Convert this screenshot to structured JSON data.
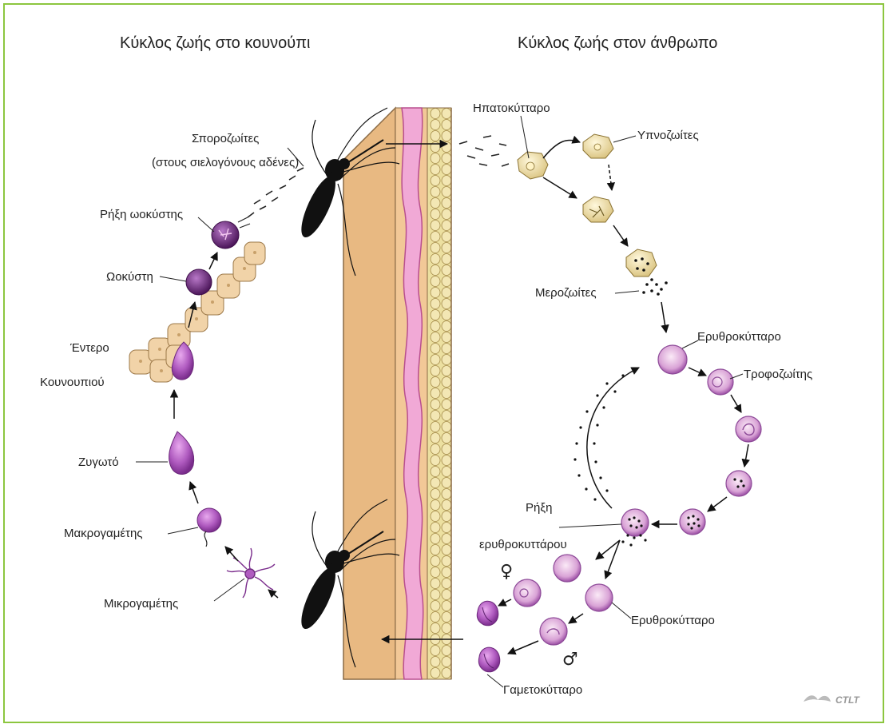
{
  "titles": {
    "mosquito_cycle": "Κύκλος ζωής στο κουνούπι",
    "human_cycle": "Κύκλος ζωής στον άνθρωπο"
  },
  "mosquito_labels": {
    "sporozoites_line1": "Σποροζωίτες",
    "sporozoites_line2": "(στους σιελογόνους αδένες)",
    "oocyst_rupture": "Ρήξη ωοκύστης",
    "oocyst": "Ωοκύστη",
    "gut_line1": "Έντερο",
    "gut_line2": "Κουνουπιού",
    "zygote": "Ζυγωτό",
    "macrogamete": "Μακρογαμέτης",
    "microgamete": "Μικρογαμέτης"
  },
  "human_labels": {
    "hepatocyte": "Ηπατοκύτταρο",
    "hypnozoites": "Υπνοζωίτες",
    "merozoites": "Μεροζωίτες",
    "erythrocyte_top": "Ερυθροκύτταρο",
    "trophozoite": "Τροφοζωίτης",
    "rupture_line1": "Ρήξη",
    "rupture_line2": "ερυθροκυττάρου",
    "erythrocyte_bottom": "Ερυθροκύτταρο",
    "gametocyte": "Γαμετοκύτταρο"
  },
  "symbols": {
    "female": "♀",
    "male": "♂"
  },
  "logo": {
    "text": "CTLT"
  },
  "colors": {
    "border": "#8cc63f",
    "parasite_purple": "#a24bb0",
    "parasite_dark": "#5b1f6b",
    "gut_cell": "#f1d3a8",
    "skin": "#f2c897",
    "blood_pink": "#f0b8dc",
    "fat_yellow": "#eee0a6",
    "liver_cell": "#f3e6b5"
  }
}
